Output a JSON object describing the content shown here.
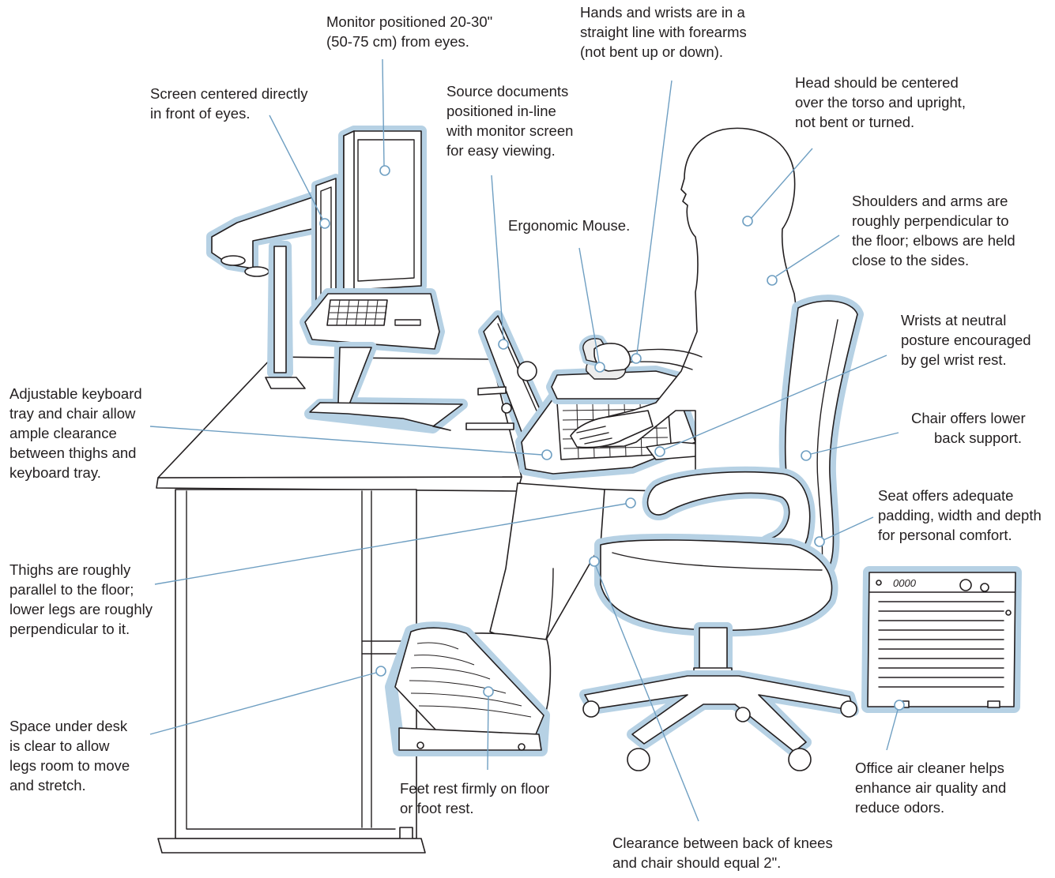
{
  "callouts": [
    {
      "id": "monitor-distance",
      "lines": [
        "Monitor positioned 20-30\"",
        "(50-75 cm) from eyes."
      ]
    },
    {
      "id": "hands-wrists",
      "lines": [
        "Hands and wrists are in a",
        "straight line with forearms",
        "(not bent up or down)."
      ]
    },
    {
      "id": "head-centered",
      "lines": [
        "Head should be centered",
        "over the torso and upright,",
        "not bent or turned."
      ]
    },
    {
      "id": "screen-centered",
      "lines": [
        "Screen centered directly",
        "in front of eyes."
      ]
    },
    {
      "id": "source-documents",
      "lines": [
        "Source documents",
        "positioned in-line",
        "with monitor screen",
        "for easy viewing."
      ]
    },
    {
      "id": "shoulders-arms",
      "lines": [
        "Shoulders and arms are",
        "roughly perpendicular to",
        "the floor; elbows are held",
        "close to the sides."
      ]
    },
    {
      "id": "ergonomic-mouse",
      "lines": [
        "Ergonomic Mouse."
      ]
    },
    {
      "id": "wrist-rest",
      "lines": [
        "Wrists at neutral",
        "posture encouraged",
        "by gel wrist rest."
      ]
    },
    {
      "id": "keyboard-tray",
      "lines": [
        "Adjustable keyboard",
        "tray and chair allow",
        "ample clearance",
        "between thighs and",
        "keyboard tray."
      ]
    },
    {
      "id": "lower-back",
      "lines": [
        "Chair offers lower",
        "back support."
      ]
    },
    {
      "id": "seat-padding",
      "lines": [
        "Seat offers adequate",
        "padding, width and depth",
        "for personal comfort."
      ]
    },
    {
      "id": "thighs-parallel",
      "lines": [
        "Thighs are roughly",
        "parallel to the floor;",
        "lower legs are roughly",
        "perpendicular to it."
      ]
    },
    {
      "id": "space-under-desk",
      "lines": [
        "Space under desk",
        "is clear to allow",
        "legs room to move",
        "and stretch."
      ]
    },
    {
      "id": "feet-rest",
      "lines": [
        "Feet rest firmly on floor",
        "or foot rest."
      ]
    },
    {
      "id": "air-cleaner",
      "lines": [
        "Office air cleaner helps",
        "enhance air quality and",
        "reduce odors."
      ]
    },
    {
      "id": "knee-clearance",
      "lines": [
        "Clearance between back of knees",
        "and chair should equal 2\"."
      ]
    }
  ],
  "air_cleaner_badge": "0000",
  "colors": {
    "leader": "#6f9fc2",
    "halo": "#b6d1e4",
    "ink": "#231f20",
    "background": "#ffffff"
  }
}
